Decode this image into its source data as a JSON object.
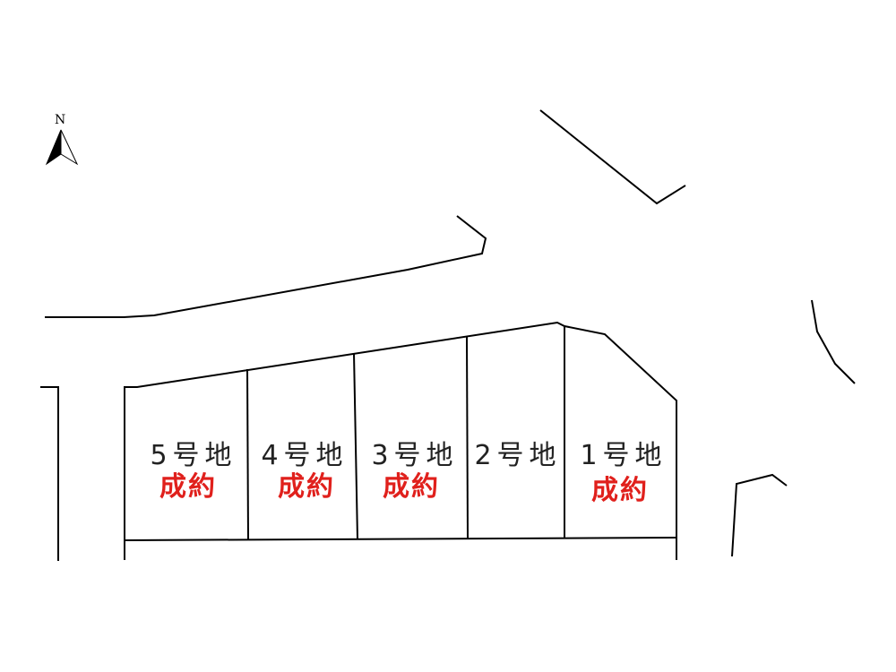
{
  "north_label": "N",
  "status_color": "#e0201c",
  "lots": [
    {
      "name": "5号地",
      "status": "成約"
    },
    {
      "name": "4号地",
      "status": "成約"
    },
    {
      "name": "3号地",
      "status": "成約"
    },
    {
      "name": "2号地",
      "status": ""
    },
    {
      "name": "1号地",
      "status": "成約"
    }
  ]
}
